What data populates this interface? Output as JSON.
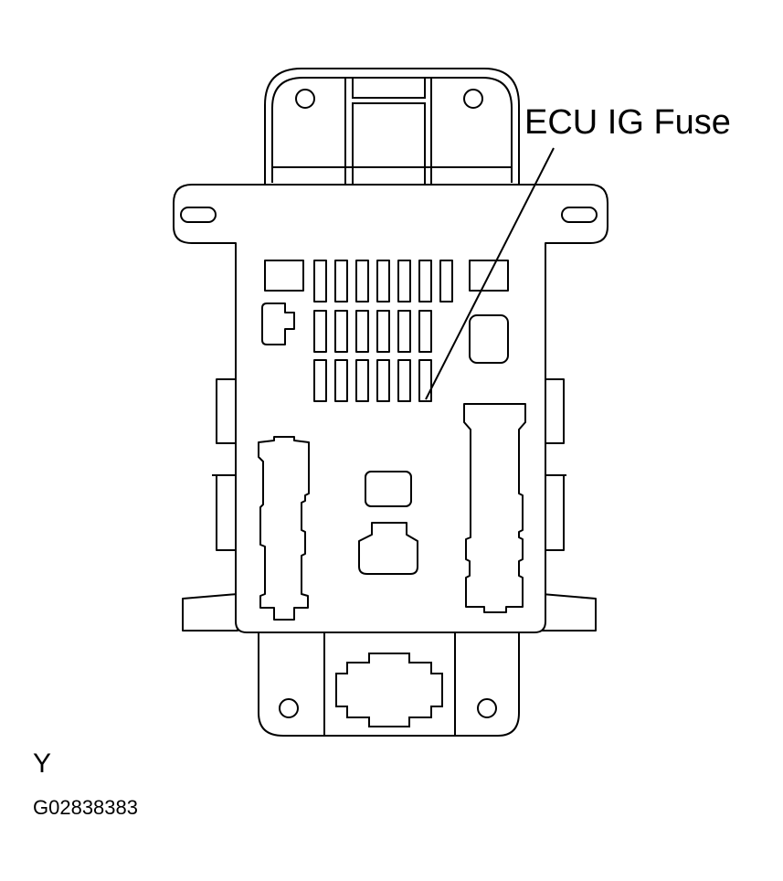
{
  "diagram": {
    "callout": {
      "label": "ECU IG Fuse"
    },
    "view_letter": "Y",
    "figure_code": "G02838383"
  }
}
